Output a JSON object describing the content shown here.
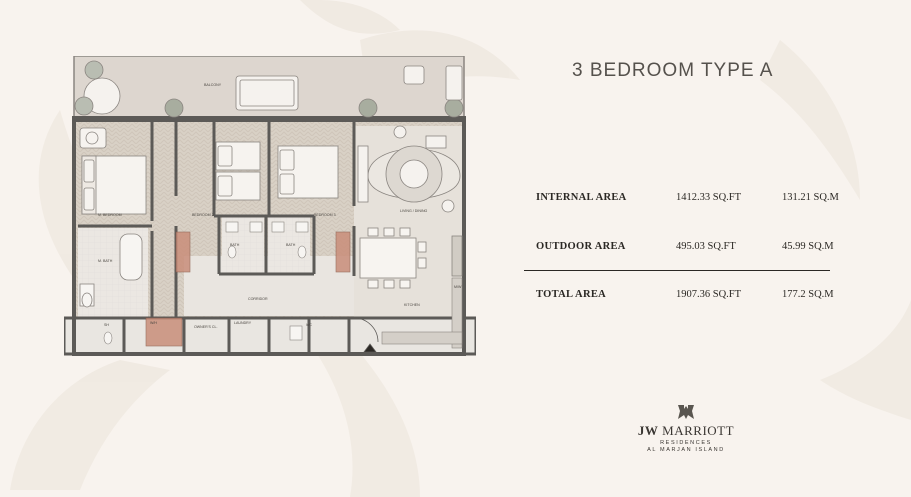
{
  "title": "3 BEDROOM TYPE A",
  "areas": [
    {
      "label": "INTERNAL AREA",
      "sqft": "1412.33 SQ.FT",
      "sqm": "131.21 SQ.M"
    },
    {
      "label": "OUTDOOR AREA",
      "sqft": "495.03 SQ.FT",
      "sqm": "45.99 SQ.M"
    },
    {
      "label": "TOTAL AREA",
      "sqft": "1907.36 SQ.FT",
      "sqm": "177.2 SQ.M"
    }
  ],
  "logo": {
    "brand_bold": "JW",
    "brand_rest": "MARRIOTT",
    "line2": "RESIDENCES",
    "line3": "AL MARJAN ISLAND"
  },
  "rooms": {
    "balcony": "BALCONY",
    "master_bedroom": "M. BEDROOM",
    "bedroom2": "BEDROOM 2",
    "bedroom3": "BEDROOM 3",
    "living": "LIVING / DINING",
    "bath1": "BATH",
    "bath2": "BATH",
    "master_bath": "M. BATH",
    "corridor": "CORRIDOR",
    "kitchen": "KITCHEN",
    "owners_closet": "OWNER'S CL.",
    "laundry": "LAUNDRY",
    "wc": "WC",
    "sh": "SH",
    "mw": "M/W",
    "wh": "W/H"
  },
  "colors": {
    "background": "#f8f3ee",
    "wall": "#5c5a57",
    "floor_wood": "#d7cfc5",
    "floor_tile": "#e8e4df",
    "balcony_floor": "#dcd6d0",
    "accent_red": "#a86d5d"
  }
}
